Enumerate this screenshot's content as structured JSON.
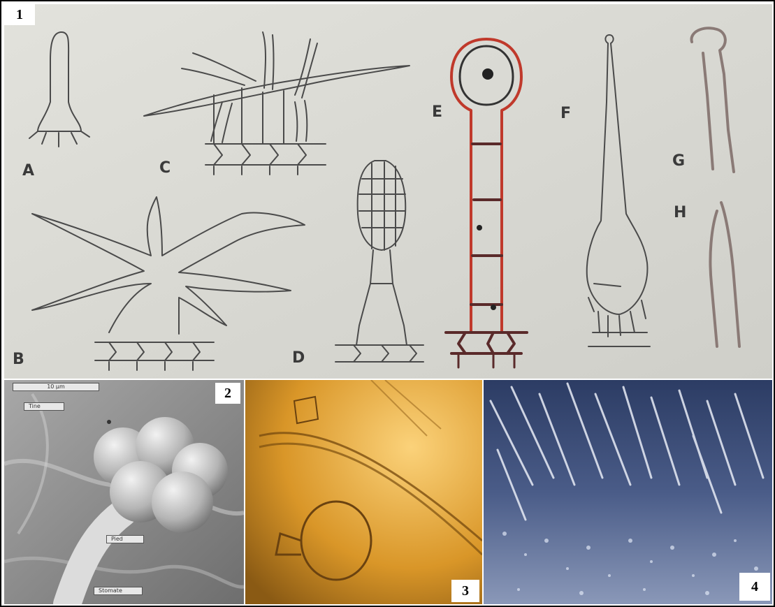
{
  "figure": {
    "panels": {
      "p1": {
        "number": "1"
      },
      "p2": {
        "number": "2",
        "scale_text": "10 μm",
        "labels": {
          "tip": "Tine",
          "pied": "Pied",
          "stomate": "Stomate"
        }
      },
      "p3": {
        "number": "3"
      },
      "p4": {
        "number": "4"
      }
    },
    "drawing_letters": [
      "A",
      "B",
      "C",
      "D",
      "E",
      "F",
      "G",
      "H"
    ],
    "colors": {
      "paper": "#dcdcd6",
      "ink": "#4a4a4a",
      "red_ink": "#c0392b",
      "amber": "#d79a2a",
      "sem_gray": "#8c8c8c",
      "blue_field": "#3c4f78"
    }
  }
}
